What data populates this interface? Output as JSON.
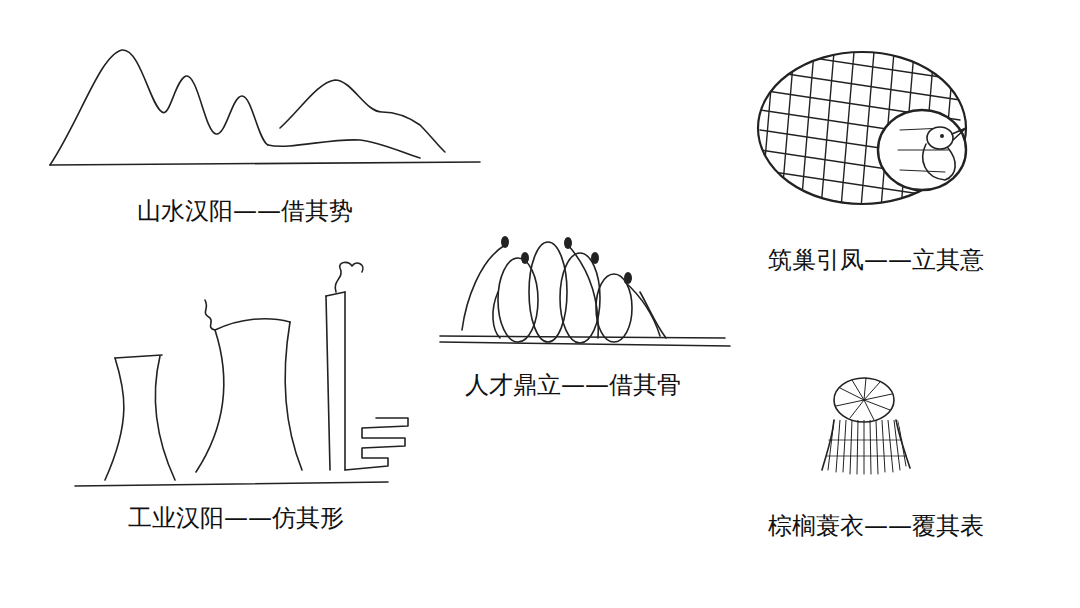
{
  "diagram": {
    "labels": [
      "山水汉阳——借其势",
      "工业汉阳——仿其形",
      "人才鼎立——借其骨",
      "筑巢引凤——立其意",
      "棕榈蓑衣——覆其表"
    ]
  }
}
